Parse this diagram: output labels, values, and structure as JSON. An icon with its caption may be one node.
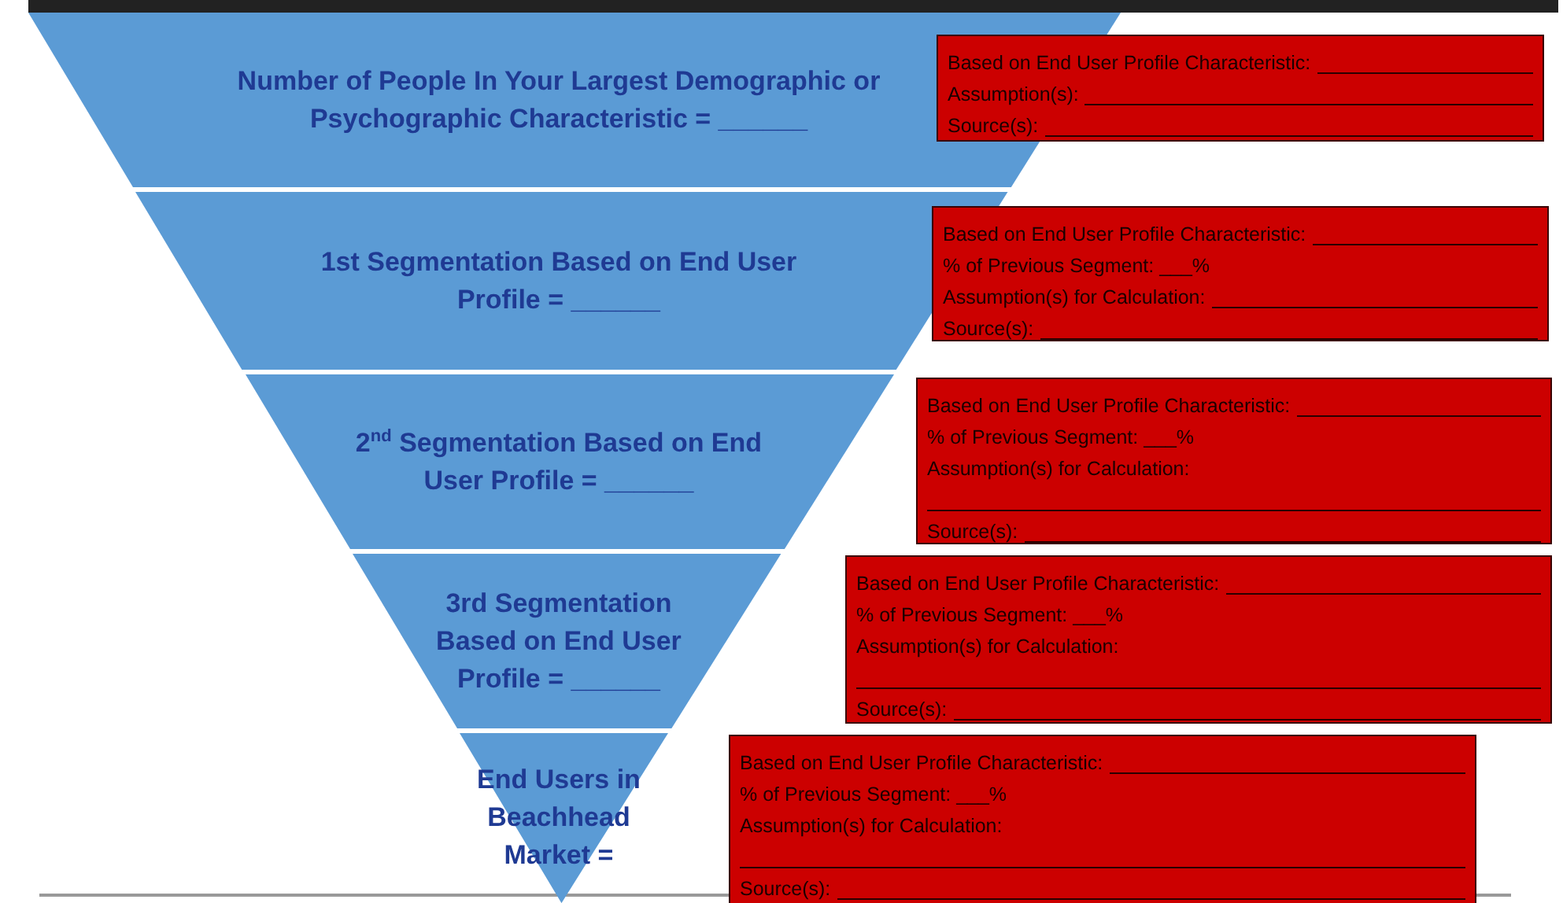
{
  "diagram": {
    "nodes": [
      {
        "text": [
          "Number of People In Your Largest Demographic or Psychographic Characteristic = ______"
        ]
      },
      {
        "text": [
          "1st Segmentation Based on End User Profile = ______"
        ]
      },
      {
        "text": [
          "2$^{nd}$ Segmentation Based on End User Profile = ______"
        ]
      },
      {
        "text": [
          "3rd Segmentation Based on End User Profile = ______"
        ]
      },
      {
        "text": [
          "End Users in Beachhead Market ="
        ]
      },
      {
        "text": [
          "Based on End User Profile Characteristic:",
          "Assumption(s):",
          "Source(s):"
        ]
      },
      {
        "text": [
          "Based on End User Profile Characteristic:",
          "% of Previous Segment: ___%",
          "Assumption(s) for Calculation:",
          "Source(s):"
        ]
      },
      {
        "text": [
          "Based on End User Profile Characteristic:",
          "% of Previous Segment: ___%",
          "Assumption(s) for Calculation:",
          "Source(s):"
        ]
      },
      {
        "text": [
          "Based on End User Profile Characteristic:",
          "% of Previous Segment: ___%",
          "Assumption(s) for Calculation:",
          "Source(s):"
        ]
      },
      {
        "text": [
          "Based on End User Profile Characteristic:",
          "% of Previous Segment: ___%",
          "Assumption(s) for Calculation:",
          "Source(s):"
        ]
      }
    ],
    "edges": []
  }
}
